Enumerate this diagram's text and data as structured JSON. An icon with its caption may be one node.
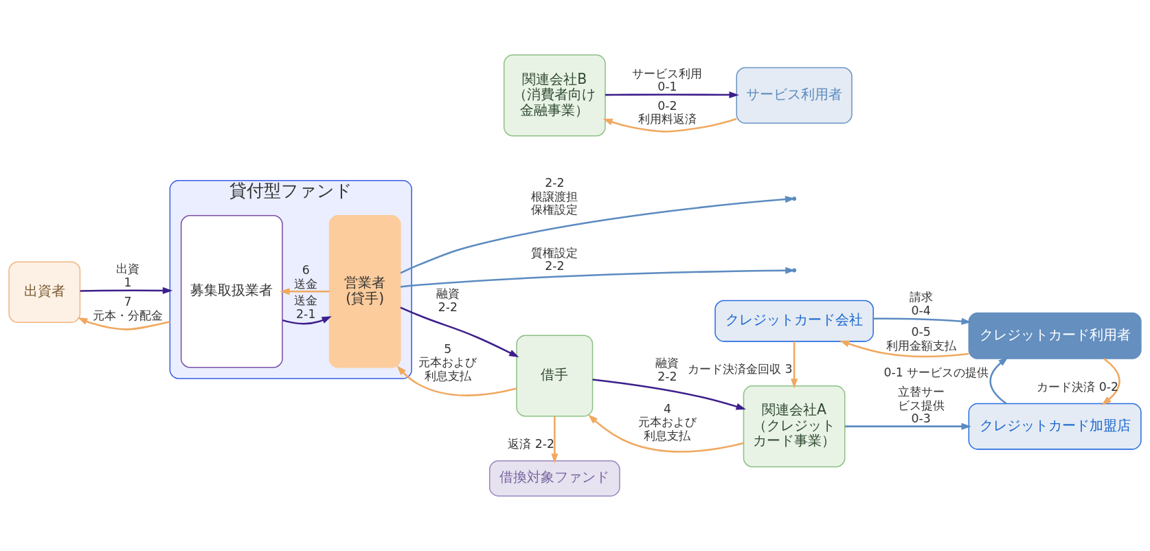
{
  "diagram": {
    "nodes": [
      {
        "text": [
          "出資者"
        ]
      },
      {
        "text": [
          "貸付型ファンド"
        ]
      },
      {
        "text": [
          "募集取扱業者"
        ],
        "in": 1
      },
      {
        "text": [
          "営業者 (貸手)"
        ],
        "in": 1
      },
      {
        "text": [
          "関連会社B（消費者向け金融事業）"
        ]
      },
      {
        "text": [
          "サービス利用者"
        ]
      },
      {
        "text": [
          "クレジットカード会社"
        ]
      },
      {
        "text": [
          "クレジットカード利用者"
        ]
      },
      {
        "text": [
          "借手"
        ]
      },
      {
        "text": [
          "関連会社A（クレジットカード事業）"
        ]
      },
      {
        "text": [
          "クレジットカード加盟店"
        ]
      },
      {
        "text": [
          "借換対象ファンド"
        ]
      }
    ],
    "edges": [
      {
        "from": 0,
        "to": 1,
        "arrow": "to",
        "label": "出資 1",
        "color": "#3d1f8c"
      },
      {
        "from": 1,
        "to": 0,
        "arrow": "to",
        "label": "7 元本・分配金"
      },
      {
        "from": 2,
        "to": 3,
        "arrow": "to",
        "label": "送金 2-1",
        "color": "#3d1f8c"
      },
      {
        "from": 3,
        "to": 2,
        "arrow": "to",
        "label": "6 送金"
      },
      {
        "from": 4,
        "to": 5,
        "arrow": "to",
        "label": "サービス利用 0-1",
        "color": "#3d1f8c"
      },
      {
        "from": 5,
        "to": 4,
        "arrow": "to",
        "label": "0-2 利用料返済"
      },
      {
        "from": 3,
        "to": null,
        "arrow": "to",
        "label": "2-2 根譲渡担保権設定",
        "color": "#5b8bc0"
      },
      {
        "from": 3,
        "to": null,
        "arrow": "to",
        "label": "質権設定 2-2",
        "color": "#5b8bc0"
      },
      {
        "from": 3,
        "to": 8,
        "arrow": "to",
        "label": "融資 2-2",
        "color": "#3d1f8c"
      },
      {
        "from": 8,
        "to": 3,
        "arrow": "to",
        "label": "5 元本および利息支払"
      },
      {
        "from": 8,
        "to": 9,
        "arrow": "to",
        "label": "融資 2-2",
        "color": "#3d1f8c"
      },
      {
        "from": 9,
        "to": 8,
        "arrow": "to",
        "label": "4 元本および利息支払"
      },
      {
        "from": 6,
        "to": 7,
        "arrow": "to",
        "label": "請求 0-4",
        "color": "#5b8bc0"
      },
      {
        "from": 7,
        "to": 6,
        "arrow": "to",
        "label": "0-5 利用金額支払"
      },
      {
        "from": 6,
        "to": 9,
        "arrow": "to",
        "label": "カード決済金回収 3"
      },
      {
        "from": 7,
        "to": 10,
        "arrow": "to",
        "label": "カード決済 0-2"
      },
      {
        "from": 10,
        "to": 7,
        "arrow": "to",
        "label": "0-1 サービスの提供",
        "color": "#5b8bc0"
      },
      {
        "from": 9,
        "to": 10,
        "arrow": "to",
        "label": "立替サービス提供 0-3",
        "color": "#5b8bc0"
      },
      {
        "from": 8,
        "to": 11,
        "arrow": "to",
        "label": "返済 2-2"
      }
    ]
  }
}
